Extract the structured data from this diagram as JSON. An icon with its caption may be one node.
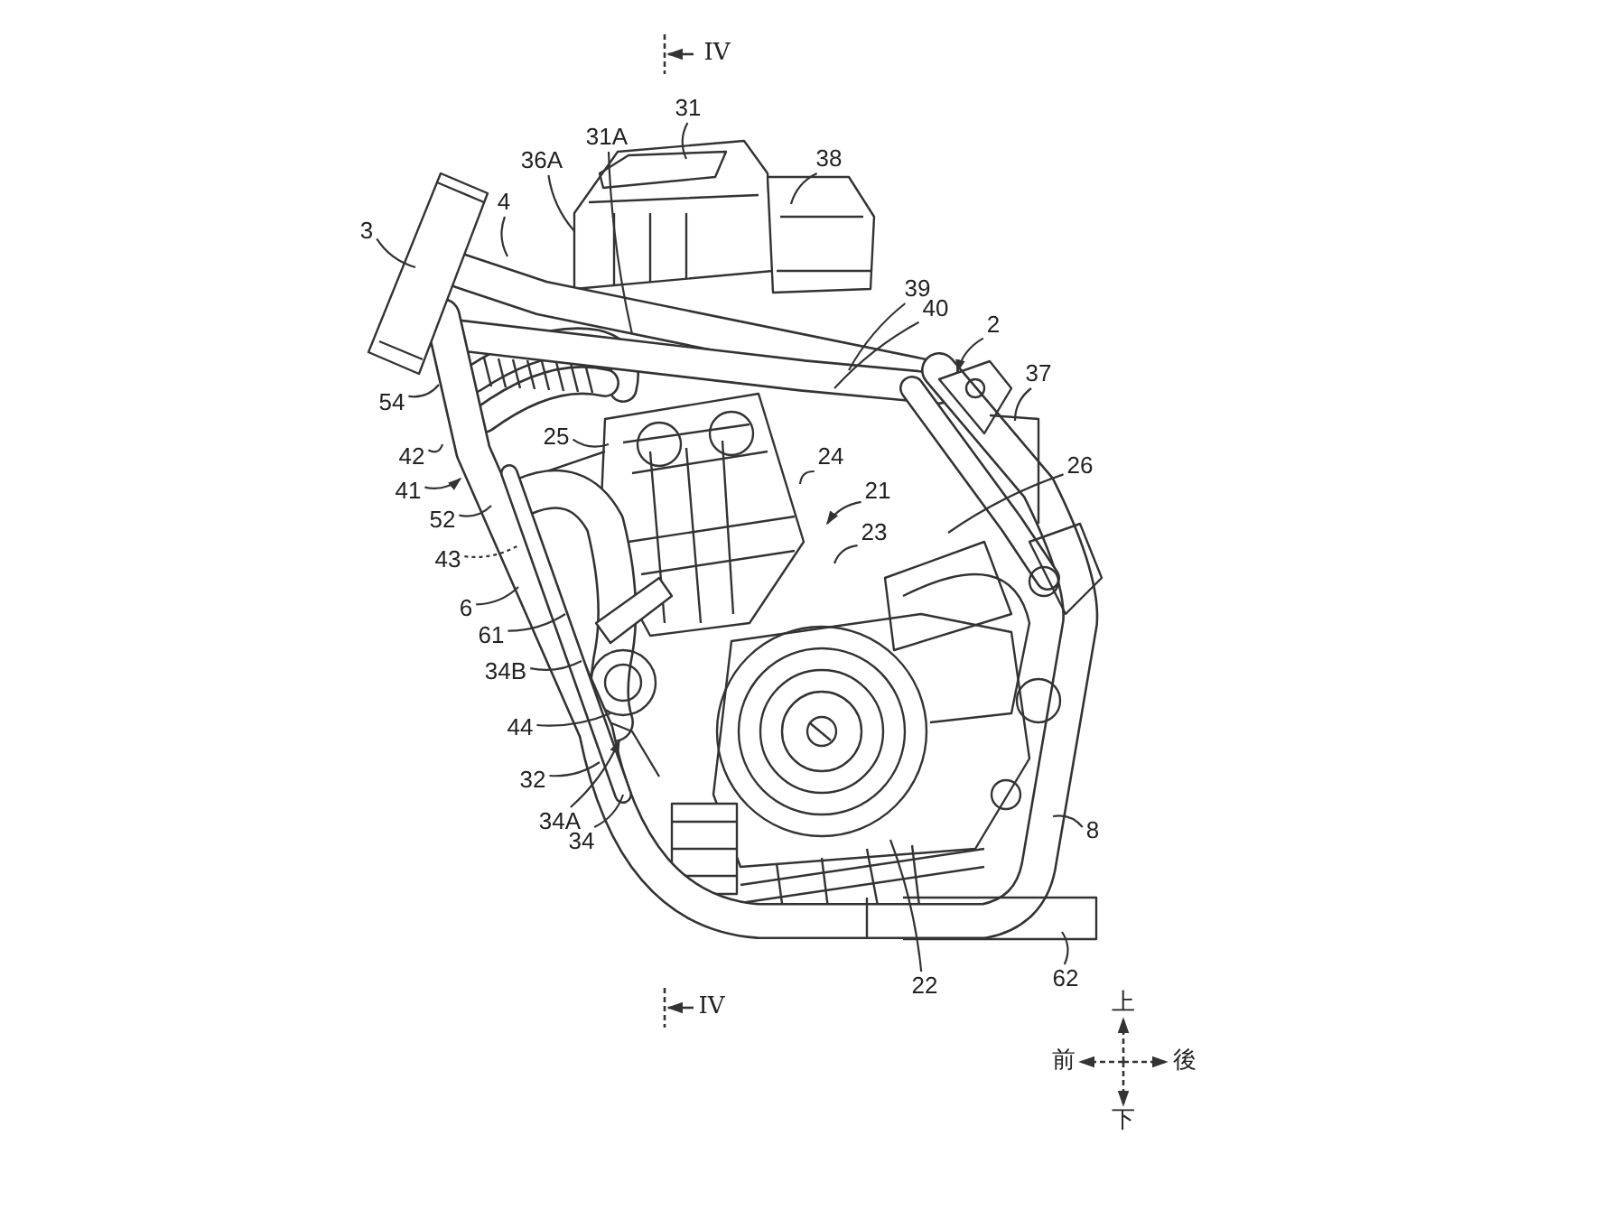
{
  "diagram": {
    "nodes": [
      {
        "text": [
          "31"
        ]
      },
      {
        "text": [
          "31A"
        ]
      },
      {
        "text": [
          "36A"
        ]
      },
      {
        "text": [
          "38"
        ]
      },
      {
        "text": [
          "3"
        ]
      },
      {
        "text": [
          "4"
        ]
      },
      {
        "text": [
          "2"
        ]
      },
      {
        "text": [
          "39"
        ]
      },
      {
        "text": [
          "40"
        ]
      },
      {
        "text": [
          "37"
        ]
      },
      {
        "text": [
          "54"
        ]
      },
      {
        "text": [
          "25"
        ]
      },
      {
        "text": [
          "42"
        ]
      },
      {
        "text": [
          "24"
        ]
      },
      {
        "text": [
          "41"
        ]
      },
      {
        "text": [
          "26"
        ]
      },
      {
        "text": [
          "21"
        ]
      },
      {
        "text": [
          "52"
        ]
      },
      {
        "text": [
          "23"
        ]
      },
      {
        "text": [
          "43"
        ]
      },
      {
        "text": [
          "6"
        ]
      },
      {
        "text": [
          "61"
        ]
      },
      {
        "text": [
          "34B"
        ]
      },
      {
        "text": [
          "44"
        ]
      },
      {
        "text": [
          "32"
        ]
      },
      {
        "text": [
          "34A"
        ]
      },
      {
        "text": [
          "34"
        ]
      },
      {
        "text": [
          "8"
        ]
      },
      {
        "text": [
          "22"
        ]
      },
      {
        "text": [
          "62"
        ]
      }
    ],
    "edges": [
      {
        "from": 0,
        "to": null,
        "arrow": "none"
      },
      {
        "from": 1,
        "to": null,
        "arrow": "none"
      },
      {
        "from": 2,
        "to": null,
        "arrow": "none"
      },
      {
        "from": 3,
        "to": null,
        "arrow": "none"
      },
      {
        "from": 4,
        "to": null,
        "arrow": "none"
      },
      {
        "from": 5,
        "to": null,
        "arrow": "none"
      },
      {
        "from": 6,
        "to": null,
        "arrow": "to"
      },
      {
        "from": 7,
        "to": null,
        "arrow": "none"
      },
      {
        "from": 8,
        "to": null,
        "arrow": "none"
      },
      {
        "from": 9,
        "to": null,
        "arrow": "none"
      },
      {
        "from": 10,
        "to": null,
        "arrow": "none"
      },
      {
        "from": 11,
        "to": null,
        "arrow": "none"
      },
      {
        "from": 12,
        "to": null,
        "arrow": "none"
      },
      {
        "from": 13,
        "to": null,
        "arrow": "none"
      },
      {
        "from": 14,
        "to": null,
        "arrow": "to"
      },
      {
        "from": 15,
        "to": null,
        "arrow": "none"
      },
      {
        "from": 16,
        "to": null,
        "arrow": "to"
      },
      {
        "from": 17,
        "to": null,
        "arrow": "none"
      },
      {
        "from": 18,
        "to": null,
        "arrow": "none"
      },
      {
        "from": 19,
        "to": null,
        "arrow": "none",
        "style": "dashed"
      },
      {
        "from": 20,
        "to": null,
        "arrow": "none"
      },
      {
        "from": 21,
        "to": null,
        "arrow": "none"
      },
      {
        "from": 22,
        "to": null,
        "arrow": "none"
      },
      {
        "from": 23,
        "to": null,
        "arrow": "none"
      },
      {
        "from": 24,
        "to": null,
        "arrow": "none"
      },
      {
        "from": 25,
        "to": null,
        "arrow": "to"
      },
      {
        "from": 26,
        "to": null,
        "arrow": "none"
      },
      {
        "from": 27,
        "to": null,
        "arrow": "none"
      },
      {
        "from": 28,
        "to": null,
        "arrow": "none"
      },
      {
        "from": 29,
        "to": null,
        "arrow": "none"
      }
    ],
    "labels": [
      "IV",
      "IV",
      "上",
      "前",
      "後",
      "下"
    ]
  }
}
